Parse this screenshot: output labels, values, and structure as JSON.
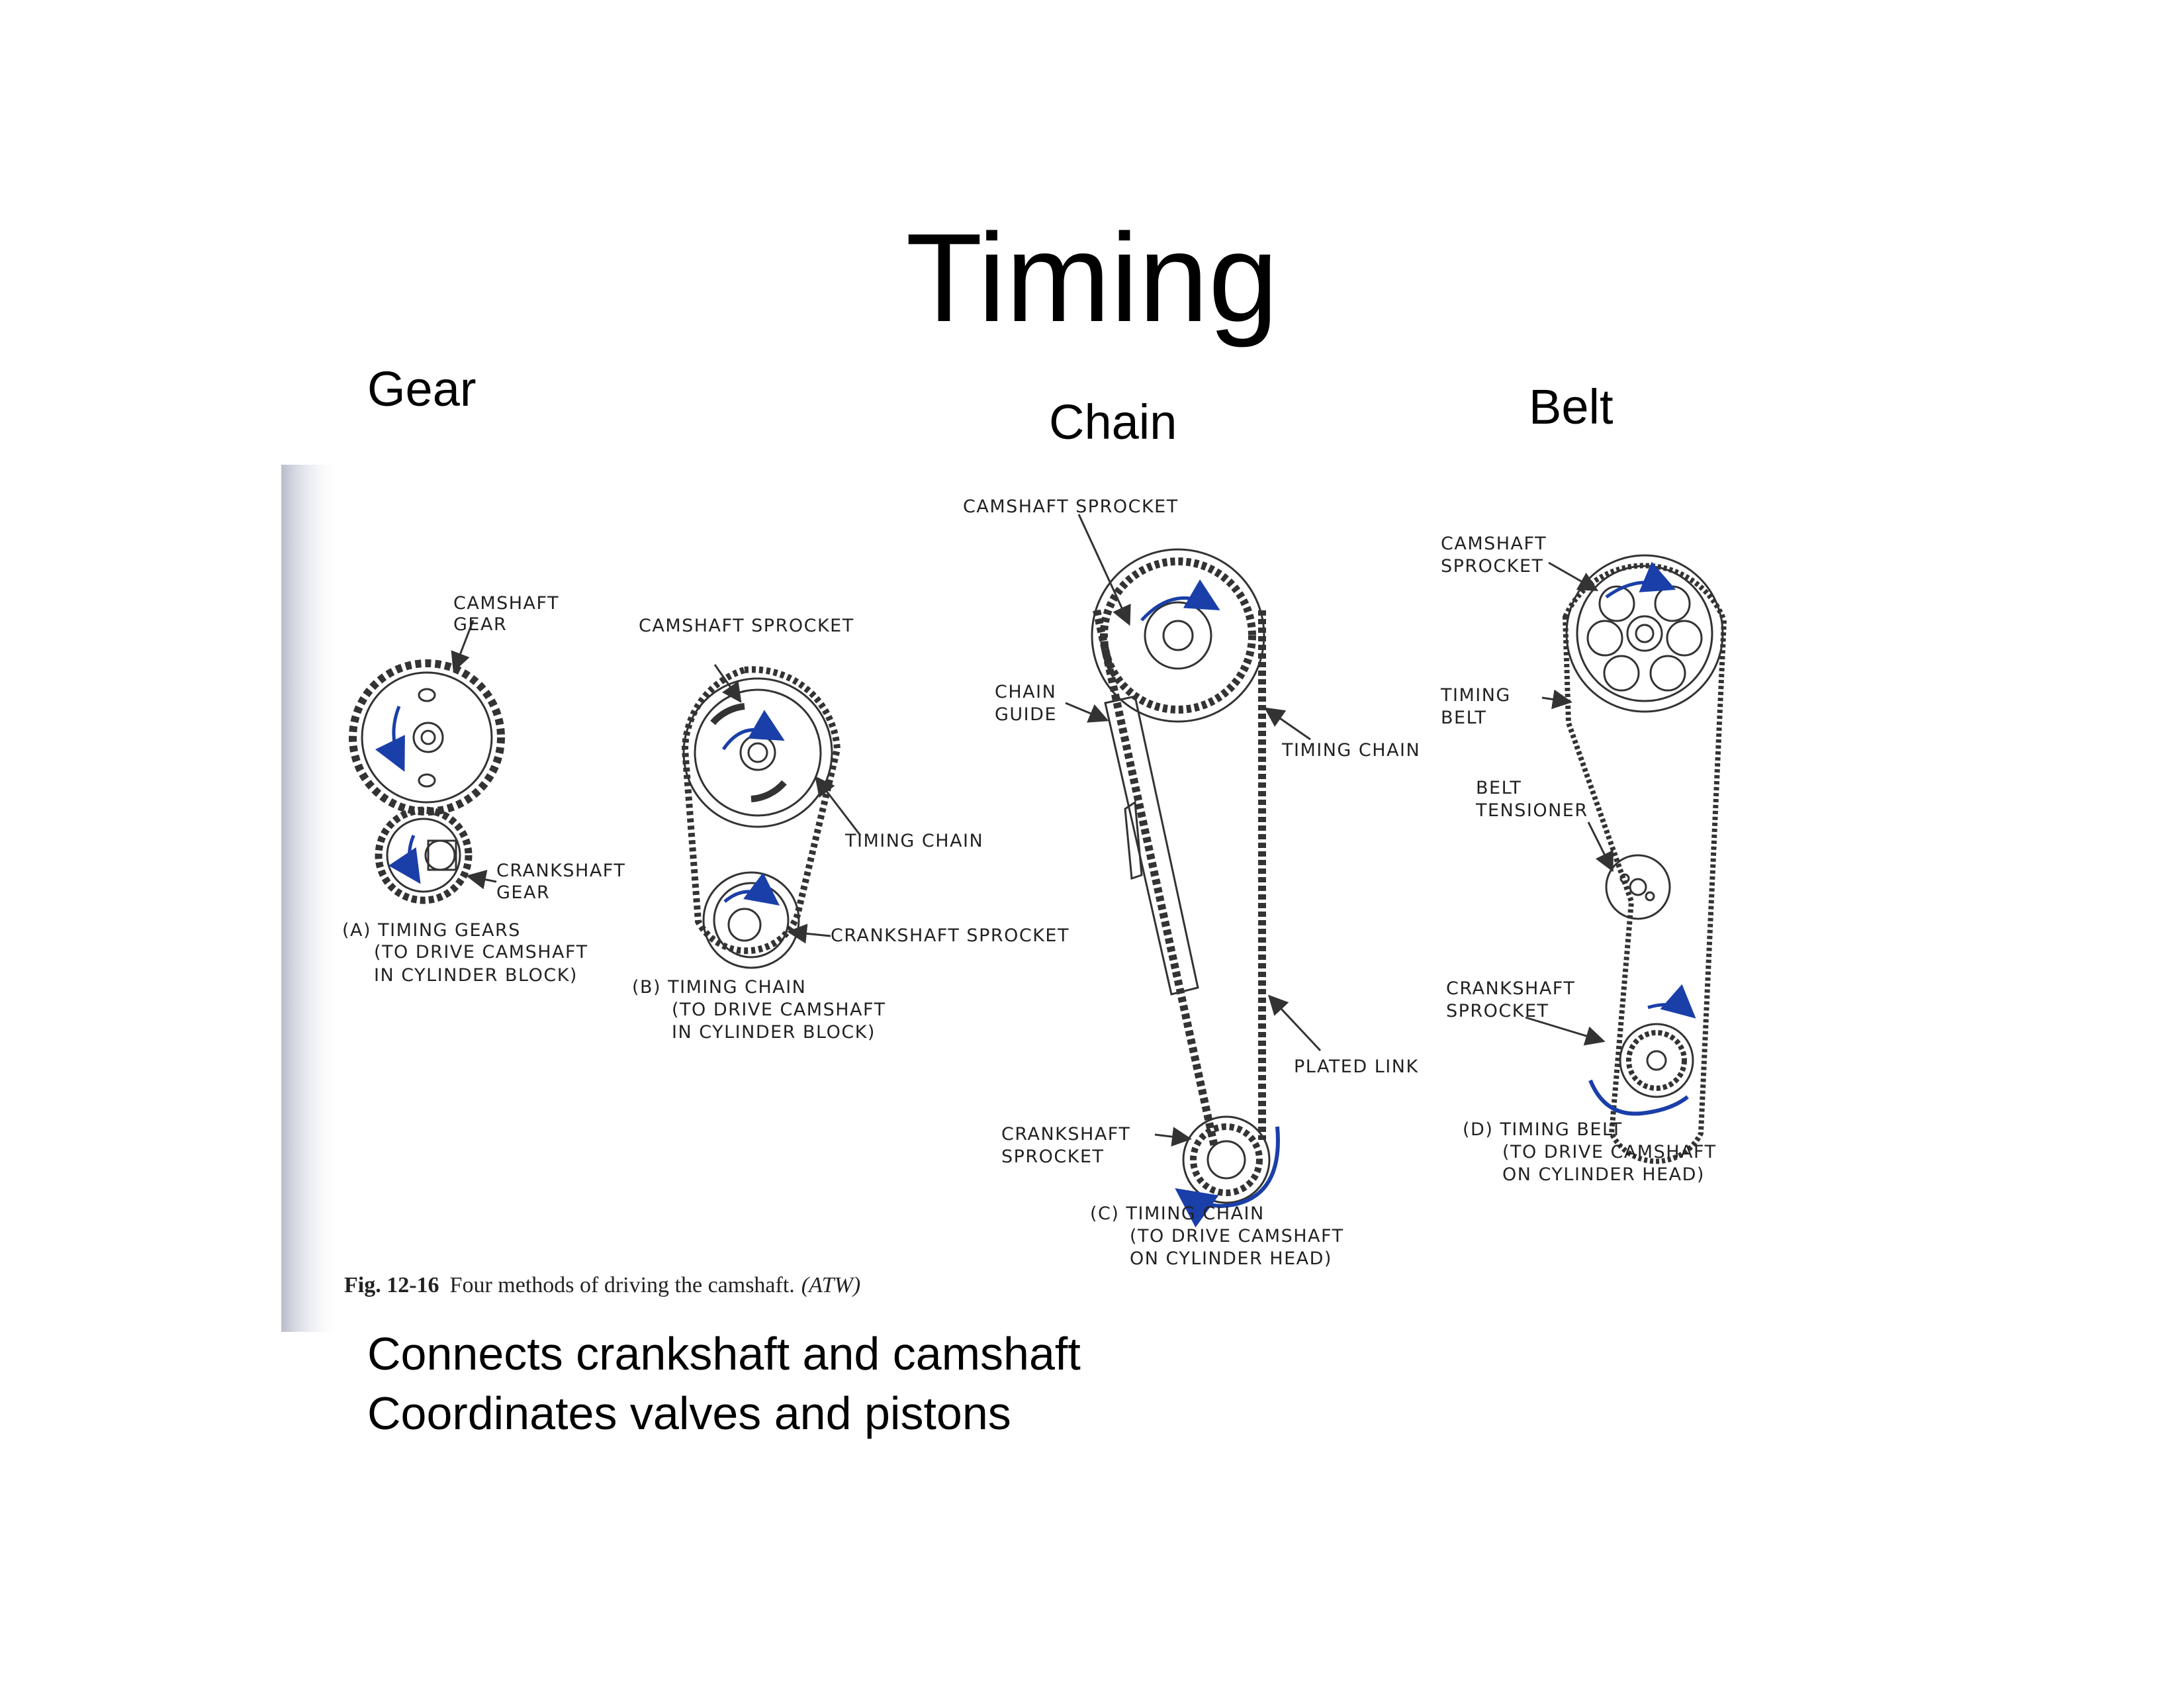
{
  "slide": {
    "title": "Timing",
    "headings": {
      "gear": "Gear",
      "chain": "Chain",
      "belt": "Belt"
    },
    "bullets": [
      "Connects crankshaft and camshaft",
      "Coordinates valves and pistons"
    ]
  },
  "figure": {
    "caption_number": "Fig. 12-16",
    "caption_text": "Four methods of driving the camshaft.",
    "caption_source": "(ATW)",
    "panel_a": {
      "camshaft_gear_label": [
        "CAMSHAFT",
        "GEAR"
      ],
      "crankshaft_gear_label": [
        "CRANKSHAFT",
        "GEAR"
      ],
      "caption": [
        "(A)  TIMING GEARS",
        "(TO DRIVE CAMSHAFT",
        "IN CYLINDER BLOCK)"
      ]
    },
    "panel_b": {
      "camshaft_sprocket_label": "CAMSHAFT SPROCKET",
      "timing_chain_label": "TIMING CHAIN",
      "crankshaft_sprocket_label": "CRANKSHAFT SPROCKET",
      "caption": [
        "(B)  TIMING CHAIN",
        "(TO DRIVE CAMSHAFT",
        "IN CYLINDER BLOCK)"
      ]
    },
    "panel_c": {
      "camshaft_sprocket_label": "CAMSHAFT SPROCKET",
      "chain_guide_label": [
        "CHAIN",
        "GUIDE"
      ],
      "timing_chain_label": "TIMING CHAIN",
      "plated_link_label": "PLATED LINK",
      "crankshaft_sprocket_label": [
        "CRANKSHAFT",
        "SPROCKET"
      ],
      "caption": [
        "(C)  TIMING CHAIN",
        "(TO DRIVE CAMSHAFT",
        "ON CYLINDER HEAD)"
      ]
    },
    "panel_d": {
      "camshaft_sprocket_label": [
        "CAMSHAFT",
        "SPROCKET"
      ],
      "timing_belt_label": [
        "TIMING",
        "BELT"
      ],
      "belt_tensioner_label": [
        "BELT",
        "TENSIONER"
      ],
      "crankshaft_sprocket_label": [
        "CRANKSHAFT",
        "SPROCKET"
      ],
      "caption": [
        "(D)  TIMING BELT",
        "(TO DRIVE CAMSHAFT",
        "ON CYLINDER HEAD)"
      ]
    }
  },
  "colors": {
    "arrow_blue": "#1a3fa8",
    "line": "#333333",
    "page_shadow": "#c4c8d4"
  }
}
